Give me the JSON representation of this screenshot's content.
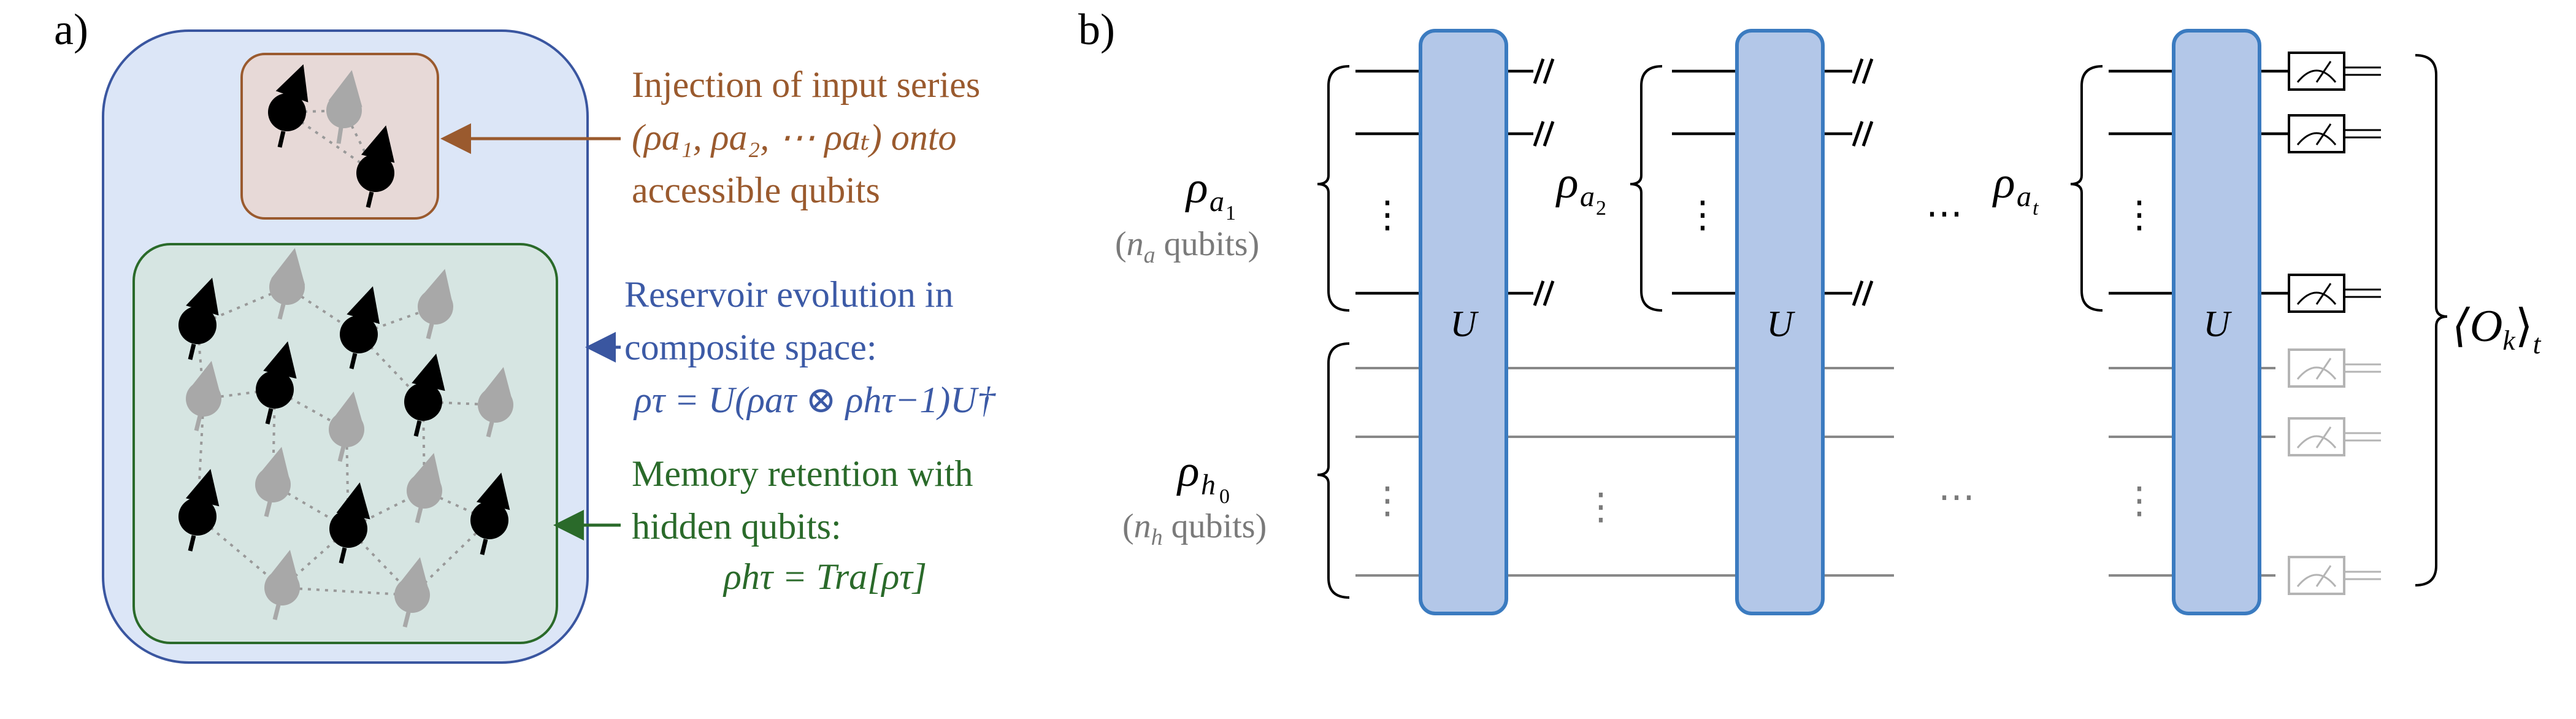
{
  "panels": {
    "a": {
      "label": "a)"
    },
    "b": {
      "label": "b)"
    }
  },
  "annotations": {
    "injection": {
      "line1": "Injection of input series",
      "line2_math": "(ρa₁, ρa₂, ⋯ ρaₜ) onto",
      "line3": "accessible qubits"
    },
    "reservoir": {
      "line1": "Reservoir evolution in",
      "line2": "composite space:",
      "line3_math": "ρτ = U(ρaτ ⊗ ρhτ−1)U†"
    },
    "memory": {
      "line1": "Memory retention with",
      "line2": "hidden qubits:",
      "line3_math": "ρhτ = Tra[ρτ]"
    }
  },
  "circuit": {
    "gate_label": "U",
    "groups": [
      {
        "rho": "ρ",
        "sub": "a",
        "subsub": "1"
      },
      {
        "rho": "ρ",
        "sub": "a",
        "subsub": "2"
      },
      {
        "rho": "ρ",
        "sub": "a",
        "subsub": "t"
      }
    ],
    "hidden": {
      "rho": "ρ",
      "sub": "h",
      "subsub": "0"
    },
    "access_count": {
      "open": "(",
      "n": "n",
      "sub": "a",
      "text": " qubits)"
    },
    "hidden_count": {
      "open": "(",
      "n": "n",
      "sub": "h",
      "text": " qubits)"
    },
    "ellipsis": "⋯",
    "vdots": "⋮",
    "output": {
      "text": "⟨O",
      "sub_k": "k",
      "close": "⟩",
      "sub_t": "t"
    }
  },
  "colors": {
    "outer_fill": "#dce6f7",
    "outer_stroke": "#3a56a0",
    "top_box_fill": "#e7d9d7",
    "top_box_stroke": "#9a5a2e",
    "res_box_fill": "#d6e5e2",
    "res_box_stroke": "#2a6a2a",
    "gate_fill": "#b3c7e8",
    "gate_stroke": "#3b7bc0",
    "qubit_black": "#000000",
    "qubit_gray": "#a8a8a8"
  }
}
